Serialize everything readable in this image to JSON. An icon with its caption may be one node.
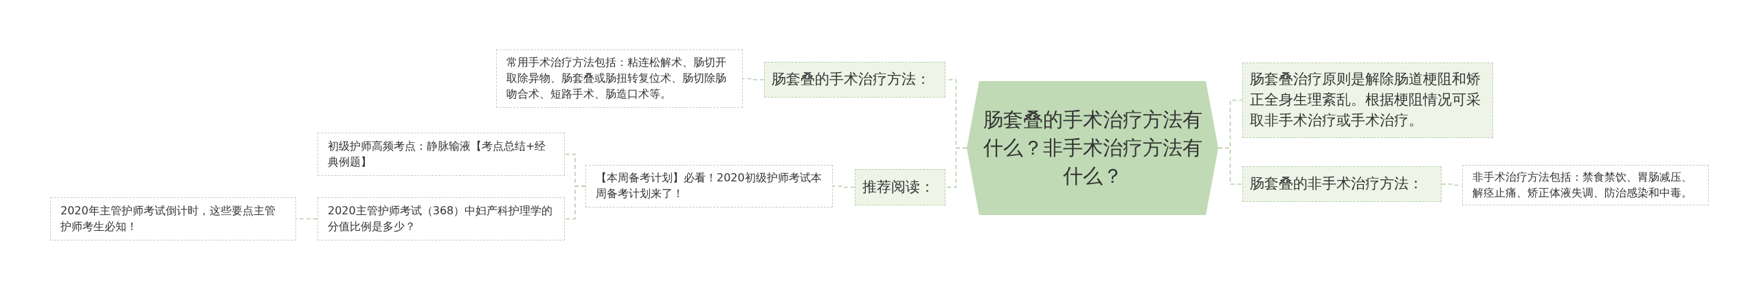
{
  "diagram": {
    "nodes": [
      {
        "text": [
          "肠套叠的手术治疗方法有什么？非手术治疗方法有什么？"
        ]
      },
      {
        "text": [
          "肠套叠治疗原则是解除肠道梗阻和矫正全身生理紊乱。根据梗阻情况可采取非手术治疗或手术治疗。"
        ]
      },
      {
        "text": [
          "肠套叠的非手术治疗方法："
        ]
      },
      {
        "text": [
          "非手术治疗方法包括：禁食禁饮、胃肠减压、解痉止痛、矫正体液失调、防治感染和中毒。"
        ]
      },
      {
        "text": [
          "肠套叠的手术治疗方法："
        ]
      },
      {
        "text": [
          "常用手术治疗方法包括：粘连松解术、肠切开取除异物、肠套叠或肠扭转复位术、肠切除肠吻合术、短路手术、肠造口术等。"
        ]
      },
      {
        "text": [
          "推荐阅读："
        ]
      },
      {
        "text": [
          "【本周备考计划】必看！2020初级护师考试本周备考计划来了！"
        ]
      },
      {
        "text": [
          "初级护师高频考点：静脉输液【考点总结+经典例题】"
        ]
      },
      {
        "text": [
          "2020主管护师考试（368）中妇产科护理学的分值比例是多少？"
        ]
      },
      {
        "text": [
          "2020年主管护师考试倒计时，这些要点主管护师考生必知！"
        ]
      }
    ],
    "edges": [
      {
        "from": 0,
        "to": 1,
        "arrow": "none"
      },
      {
        "from": 0,
        "to": 2,
        "arrow": "none"
      },
      {
        "from": 2,
        "to": 3,
        "arrow": "none"
      },
      {
        "from": 0,
        "to": 4,
        "arrow": "none"
      },
      {
        "from": 4,
        "to": 5,
        "arrow": "none"
      },
      {
        "from": 0,
        "to": 6,
        "arrow": "none"
      },
      {
        "from": 6,
        "to": 7,
        "arrow": "none"
      },
      {
        "from": 7,
        "to": 8,
        "arrow": "none"
      },
      {
        "from": 7,
        "to": 9,
        "arrow": "none"
      },
      {
        "from": 9,
        "to": 10,
        "arrow": "none"
      }
    ]
  }
}
